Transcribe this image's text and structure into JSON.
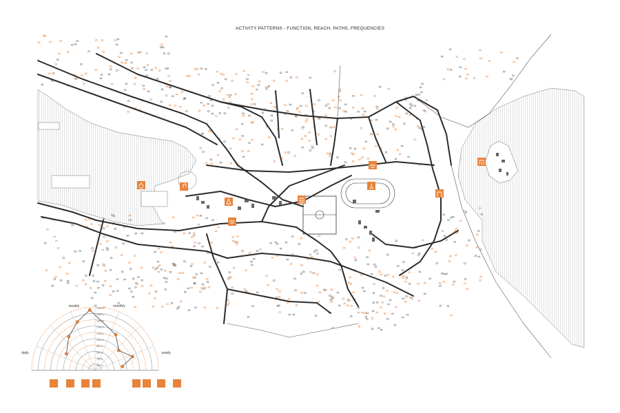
{
  "title": "ACTIVITY PATTERNS - FUNCTION, REACH, PATHS, FREQUENCIES",
  "radar": {
    "axes": [
      "daily",
      "weekly",
      "monthly",
      "yearly"
    ],
    "rings": [
      "200 m",
      "400 m",
      "600 m",
      "800 m",
      "1000 m",
      "1200 m",
      "1400 m",
      "1600 m",
      "1800 m",
      "2000 m"
    ]
  },
  "legend_icons": [
    "shop-icon",
    "tree-icon",
    "sport-icon",
    "bench-icon",
    "school-icon",
    "church-icon",
    "music-icon",
    "museum-icon"
  ],
  "colors": {
    "accent": "#e8833a",
    "road": "#2a2a2a",
    "water_hatch": "#888888",
    "building": "#555555"
  }
}
